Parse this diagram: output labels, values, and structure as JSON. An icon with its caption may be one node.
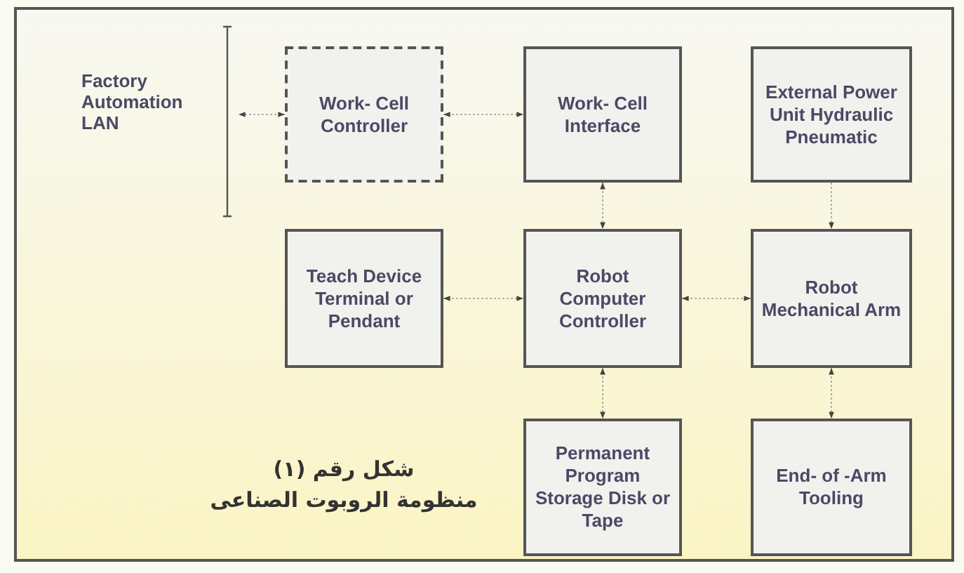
{
  "diagram": {
    "nodes": [
      {
        "text": [
          "Factory Automation LAN"
        ]
      },
      {
        "text": [
          "Work- Cell Controller"
        ]
      },
      {
        "text": [
          "Work- Cell Interface"
        ]
      },
      {
        "text": [
          "External Power Unit Hydraulic Pneumatic"
        ]
      },
      {
        "text": [
          "Teach Device Terminal or Pendant"
        ]
      },
      {
        "text": [
          "Robot Computer Controller"
        ]
      },
      {
        "text": [
          "Robot Mechanical Arm"
        ]
      },
      {
        "text": [
          "Permanent Program Storage Disk or Tape"
        ]
      },
      {
        "text": [
          "End- of -Arm Tooling"
        ]
      }
    ],
    "edges": [
      {
        "from": 1,
        "to": 0,
        "arrow": "both"
      },
      {
        "from": 1,
        "to": 2,
        "arrow": "both"
      },
      {
        "from": 2,
        "to": 5,
        "arrow": "both"
      },
      {
        "from": 3,
        "to": 6,
        "arrow": "to"
      },
      {
        "from": 4,
        "to": 5,
        "arrow": "both"
      },
      {
        "from": 5,
        "to": 6,
        "arrow": "both"
      },
      {
        "from": 5,
        "to": 7,
        "arrow": "both"
      },
      {
        "from": 6,
        "to": 8,
        "arrow": "both"
      }
    ],
    "labels": [
      "شكل رقم (١)",
      "منظومة الروبوت الصناعى"
    ]
  }
}
